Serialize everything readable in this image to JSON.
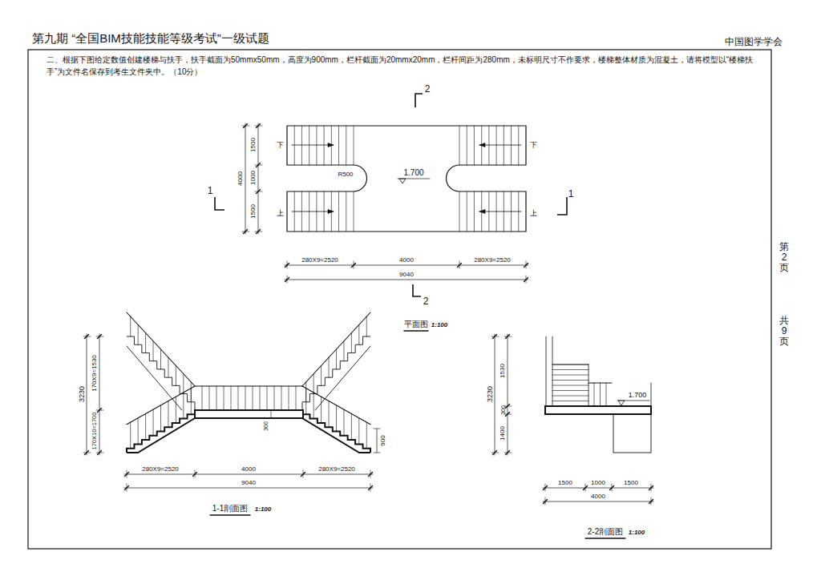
{
  "diagram": {
    "title": "第九期 “全国BIM技能技能等级考试”一级试题",
    "labels": [
      "中国图学学会",
      "二、根据下图给定数值创建楼梯与扶手，扶手截面为50mmx50mm，高度为900mm，栏杆截面为20mmx20mm，栏杆间距为280mm，未标明尺寸不作要求，楼梯整体材质为混凝土，请将模型以“楼梯扶手”为文件名保存到考生文件夹中。（10分）",
      "第2页",
      "共9页",
      "2",
      "2",
      "1",
      "1",
      "下",
      "上",
      "下",
      "上",
      "R500",
      "1.700",
      "1500",
      "1000",
      "1500",
      "4000",
      "280X9=2520",
      "4000",
      "280X9=2520",
      "9040",
      "平面图",
      "1:100",
      "3230",
      "170X9=1530",
      "170X10=1700",
      "300",
      "900",
      "280X9=2520",
      "4000",
      "280X9=2520",
      "9040",
      "1-1剖面图",
      "1:100",
      "3230",
      "1530",
      "300",
      "1400",
      "1.700",
      "1500",
      "1000",
      "1500",
      "4000",
      "2-2剖面图",
      "1:100"
    ]
  }
}
